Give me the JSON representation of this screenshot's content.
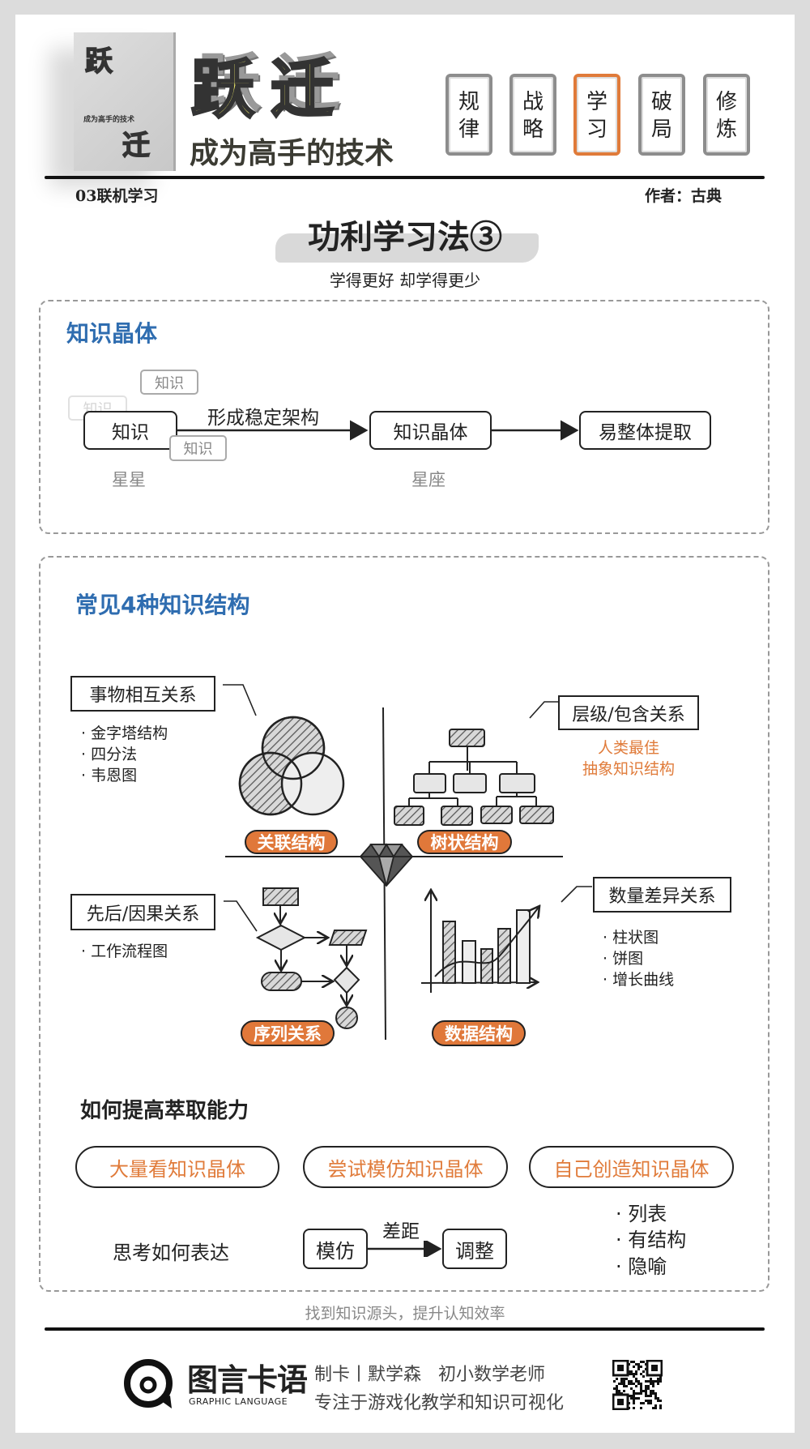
{
  "header": {
    "book_cover_title": "成为高手的技术",
    "book_cover_glyphs": [
      "跃",
      "迁"
    ],
    "brand_title": "跃迁",
    "brand_subtitle": "成为高手的技术",
    "nav": [
      {
        "label": "规\n律",
        "active": false
      },
      {
        "label": "战\n略",
        "active": false
      },
      {
        "label": "学\n习",
        "active": true
      },
      {
        "label": "破\n局",
        "active": false
      },
      {
        "label": "修\n炼",
        "active": false
      }
    ],
    "chapter": "03联机学习",
    "author": "作者：古典"
  },
  "title": "功利学习法③",
  "subtitle": "学得更好 却学得更少",
  "crystal": {
    "heading": "知识晶体",
    "ghost_labels": [
      "知识",
      "知识",
      "知识"
    ],
    "node_knowledge": "知识",
    "arrow_label": "形成稳定架构",
    "node_crystal": "知识晶体",
    "node_extract": "易整体提取",
    "caption_stars": "星星",
    "caption_constellation": "星座"
  },
  "structures": {
    "heading": "常见4种知识结构",
    "relation": {
      "label": "事物相互关系",
      "items": [
        "· 金字塔结构",
        "· 四分法",
        "· 韦恩图"
      ],
      "tag": "关联结构"
    },
    "hierarchy": {
      "label": "层级/包含关系",
      "note": [
        "人类最佳",
        "抽象知识结构"
      ],
      "tag": "树状结构"
    },
    "sequence": {
      "label": "先后/因果关系",
      "items": [
        "· 工作流程图"
      ],
      "tag": "序列关系"
    },
    "quantity": {
      "label": "数量差异关系",
      "items": [
        "· 柱状图",
        "· 饼图",
        "· 增长曲线"
      ],
      "tag": "数据结构"
    }
  },
  "extract": {
    "heading": "如何提高萃取能力",
    "pills": [
      "大量看知识晶体",
      "尝试模仿知识晶体",
      "自己创造知识晶体"
    ],
    "think": "思考如何表达",
    "node_imitate": "模仿",
    "gap": "差距",
    "node_adjust": "调整",
    "list": [
      "· 列表",
      "· 有结构",
      "· 隐喻"
    ]
  },
  "tagline": "找到知识源头，提升认知效率",
  "footer": {
    "logo_cn": "图言卡语",
    "logo_en": "GRAPHIC LANGUAGE",
    "credit": "制卡丨默学森   初小数学老师",
    "slogan": "专注于游戏化教学和知识可视化"
  },
  "colors": {
    "accent": "#e07b3a",
    "heading_blue": "#2f6db0"
  }
}
